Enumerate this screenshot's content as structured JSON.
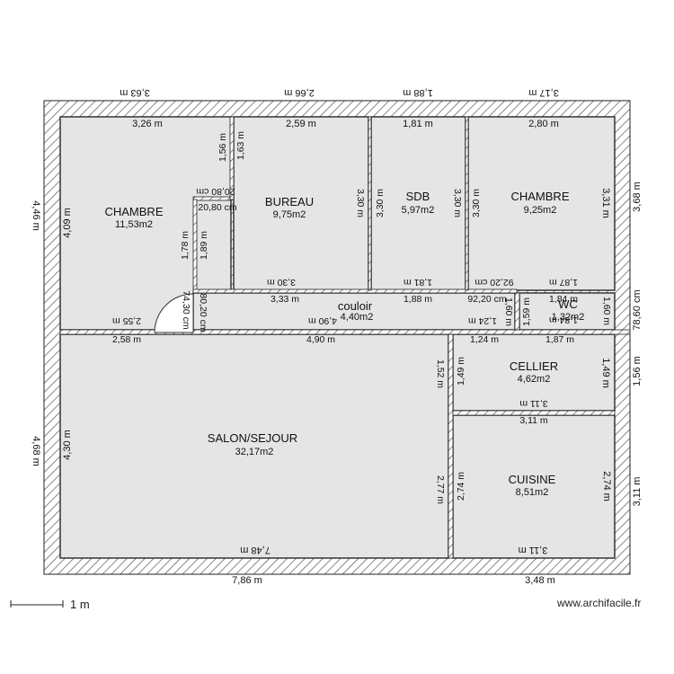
{
  "rooms": {
    "chambre1": {
      "name": "CHAMBRE",
      "area": "11,53m2"
    },
    "bureau": {
      "name": "BUREAU",
      "area": "9,75m2"
    },
    "sdb": {
      "name": "SDB",
      "area": "5,97m2"
    },
    "chambre2": {
      "name": "CHAMBRE",
      "area": "9,25m2"
    },
    "couloir": {
      "name": "couloir",
      "area": "4,40m2"
    },
    "wc": {
      "name": "WC",
      "area": "1,32m2"
    },
    "cellier": {
      "name": "CELLIER",
      "area": "4,62m2"
    },
    "salon": {
      "name": "SALON/SEJOUR",
      "area": "32,17m2"
    },
    "cuisine": {
      "name": "CUISINE",
      "area": "8,51m2"
    }
  },
  "dims": {
    "top_out_1": "3,63 m",
    "top_out_2": "2,66 m",
    "top_out_3": "1,88 m",
    "top_out_4": "3,17 m",
    "top_in_1": "3,26 m",
    "top_in_2": "2,59 m",
    "top_in_3": "1,81 m",
    "top_in_4": "2,80 m",
    "left_out_1": "4,46 m",
    "left_out_2": "4,68 m",
    "left_in_1": "4,09 m",
    "left_in_2": "4,30 m",
    "right_out_1": "3,68 m",
    "right_out_2": "78,60 cm",
    "right_out_3": "1,56 m",
    "right_out_4": "3,11 m",
    "right_in_1": "3,31 m",
    "right_in_2": "1,60 m",
    "right_in_3": "1,49 m",
    "right_in_4": "2,74 m",
    "bottom_out_1": "7,86 m",
    "bottom_out_2": "3,48 m",
    "bottom_in_1": "7,48 m",
    "bottom_in_2": "3,11 m",
    "bureau_a": "1,56 m",
    "bureau_b": "1,63 m",
    "bureau_c": "20,80 cm",
    "bureau_d": "20,80 cm",
    "bureau_e": "1,78 m",
    "bureau_f": "1,89 m",
    "bureau_g": "3,30 m",
    "bureau_h": "3,30 m",
    "bureau_i": "3,33 m",
    "sdb_a": "3,30 m",
    "sdb_b": "3,30 m",
    "sdb_c": "1,81 m",
    "sdb_d": "1,88 m",
    "ch2_a": "3,30 m",
    "ch2_b": "92,20 cm",
    "ch2_c": "92,20 cm",
    "ch2_d": "1,87 m",
    "ch2_e": "1,84 m",
    "door_a": "74,30 cm",
    "door_b": "80,20 cm",
    "cor_a": "2,55 m",
    "cor_b": "4,90 m",
    "cor_c": "1,24 m",
    "cor_d": "2,58 m",
    "cor_e": "4,90 m",
    "cor_f": "1,24 m",
    "wc_a": "1,60 m",
    "wc_b": "1,59 m",
    "wc_c": "1,84 m",
    "wc_d": "1,87 m",
    "cel_a": "1,52 m",
    "cel_b": "1,49 m",
    "cel_c": "3,11 m",
    "cel_d": "3,11 m",
    "cui_a": "2,77 m",
    "cui_b": "2,74 m"
  },
  "scale_label": "1 m",
  "credit": "www.archifacile.fr"
}
